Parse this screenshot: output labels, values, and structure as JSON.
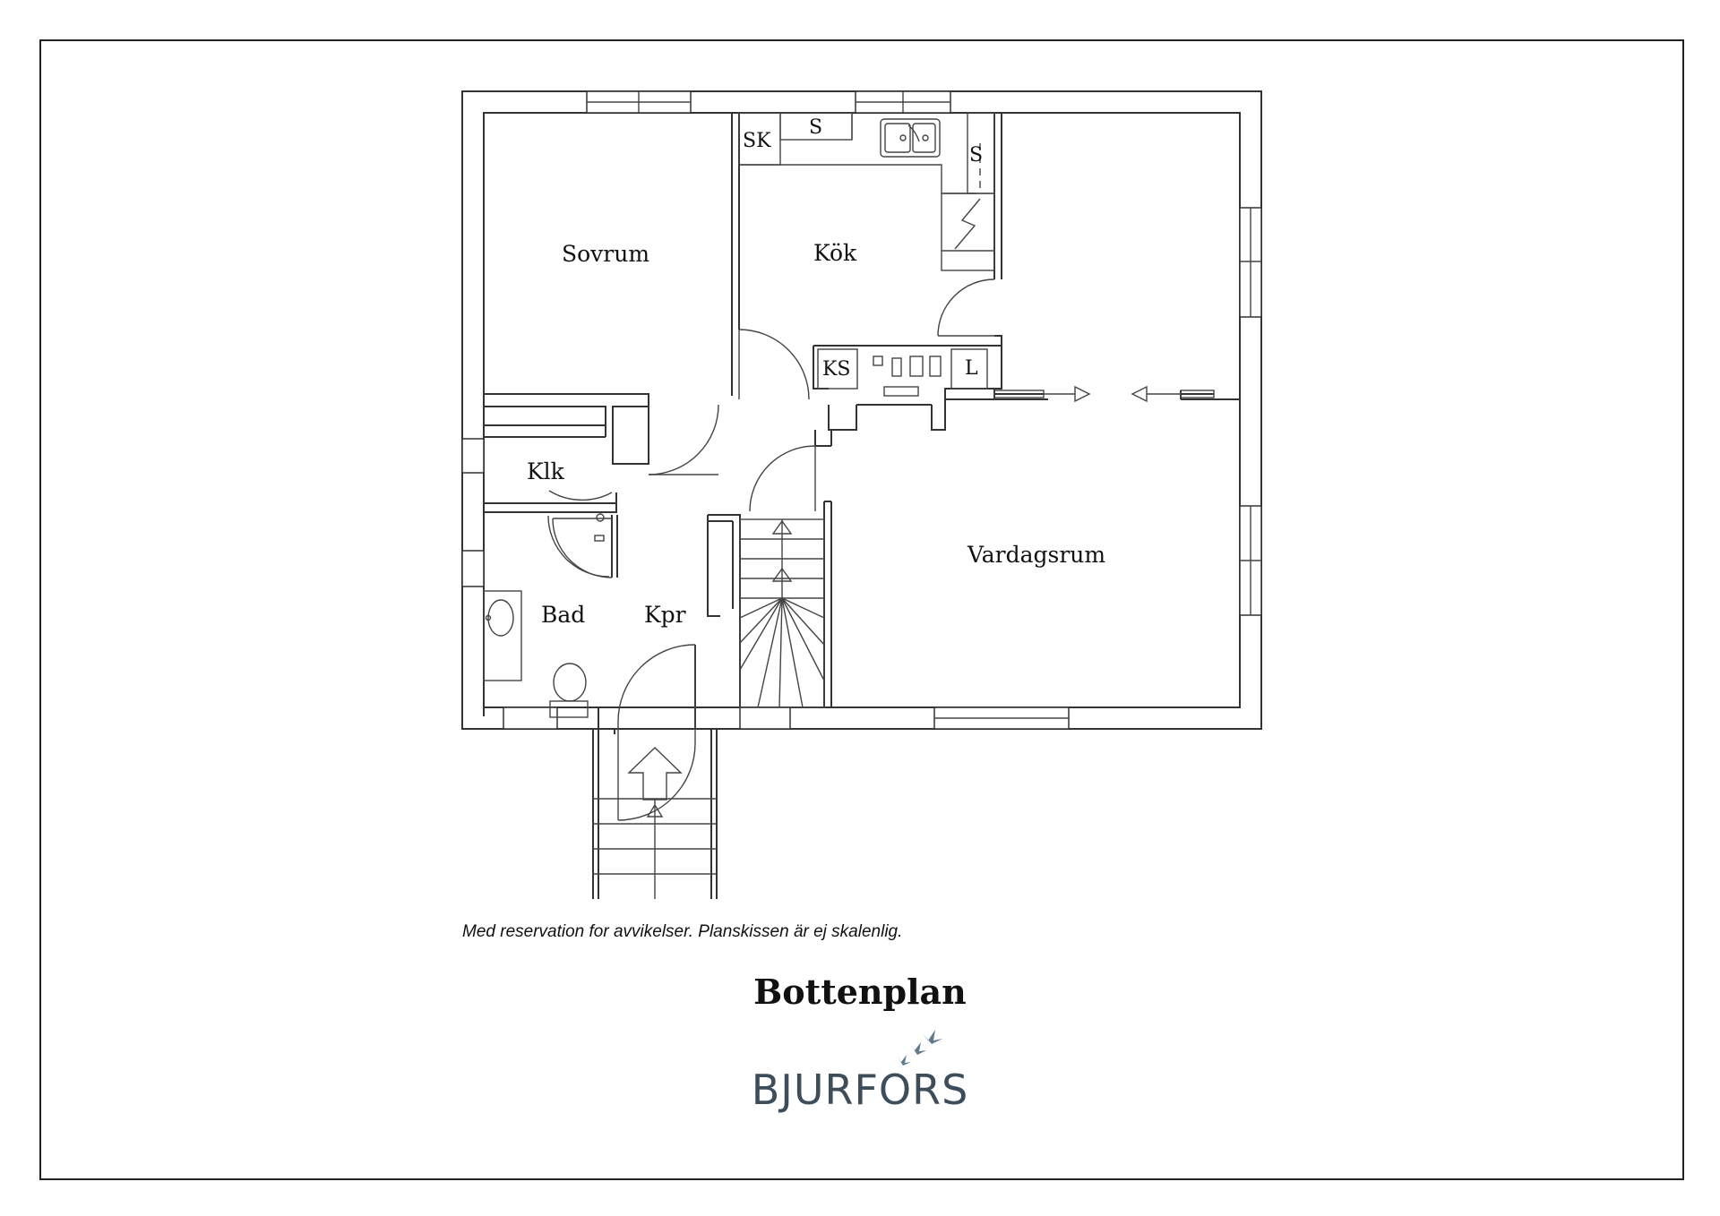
{
  "rooms": {
    "sovrum": "Sovrum",
    "kok": "Kök",
    "vardagsrum": "Vardagsrum",
    "klk": "Klk",
    "bad": "Bad",
    "kpr": "Kpr"
  },
  "fixtures": {
    "sk": "SK",
    "s_top": "S",
    "s_right": "S",
    "ks": "KS",
    "l": "L"
  },
  "disclaimer": "Med reservation for avvikelser. Planskissen är ej skalenlig.",
  "plan_title": "Bottenplan",
  "brand": "BJURFORS",
  "colors": {
    "line": "#333333",
    "brand": "#3d4d5a",
    "logo_birds": "#5f7b8c"
  },
  "icons": [
    "sink-icon",
    "stove-icon",
    "toilet-icon",
    "washbasin-icon",
    "shower-icon",
    "stair-arrow-icon",
    "logo-birds-icon"
  ]
}
